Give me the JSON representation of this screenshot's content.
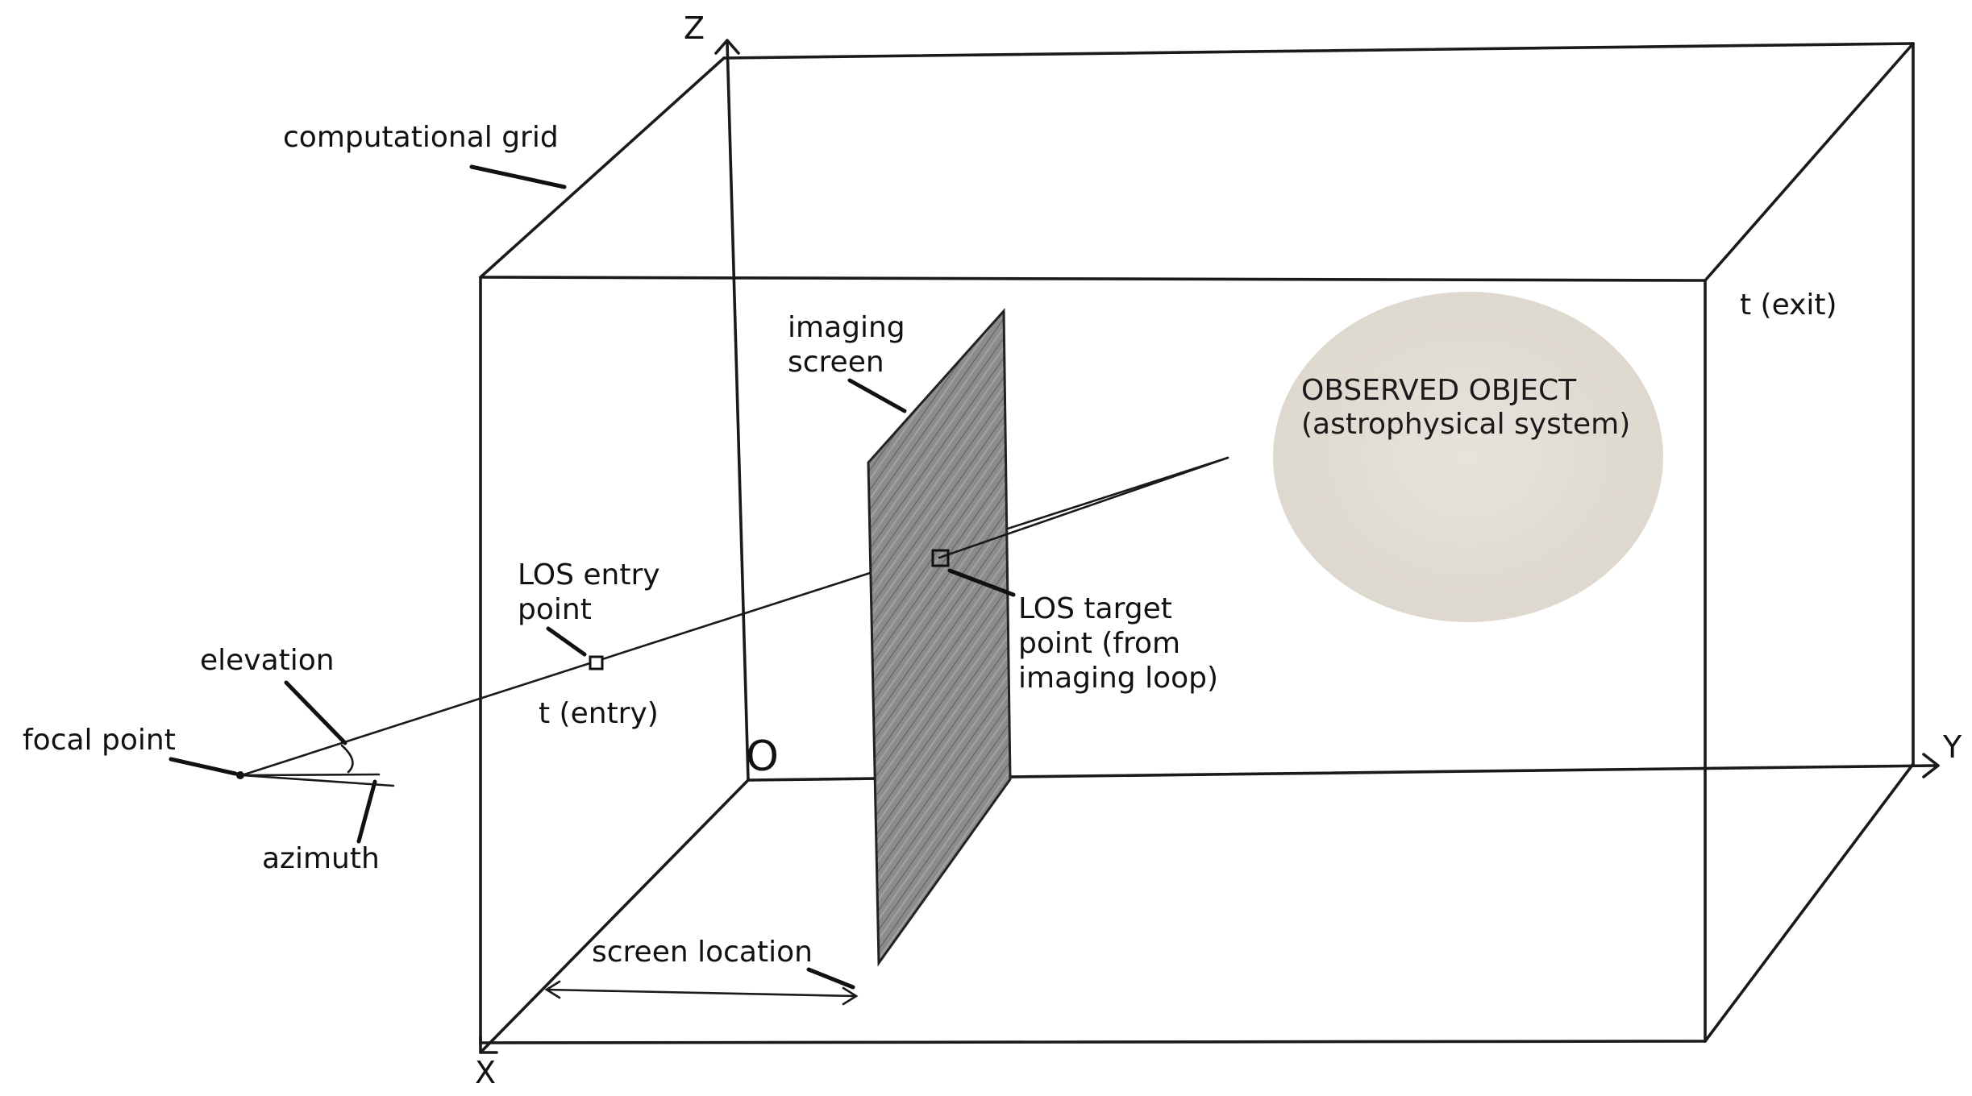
{
  "labels": {
    "computational_grid": "computational grid",
    "imaging_screen_line1": "imaging",
    "imaging_screen_line2": "screen",
    "observed_object_line1": "OBSERVED OBJECT",
    "observed_object_line2": "(astrophysical system)",
    "t_exit": "t (exit)",
    "los_entry_line1": "LOS entry",
    "los_entry_line2": "point",
    "t_entry": "t (entry)",
    "los_target_line1": "LOS target",
    "los_target_line2": "point (from",
    "los_target_line3": "imaging loop)",
    "elevation": "elevation",
    "focal_point": "focal point",
    "azimuth": "azimuth",
    "screen_location": "screen location"
  },
  "axes": {
    "z": "Z",
    "y": "Y",
    "x": "X",
    "origin": "O"
  },
  "colors": {
    "line": "#1a1a1a",
    "screen_fill": "#8a8a8a",
    "object_fill": "#e3ded6",
    "background": "#ffffff"
  }
}
